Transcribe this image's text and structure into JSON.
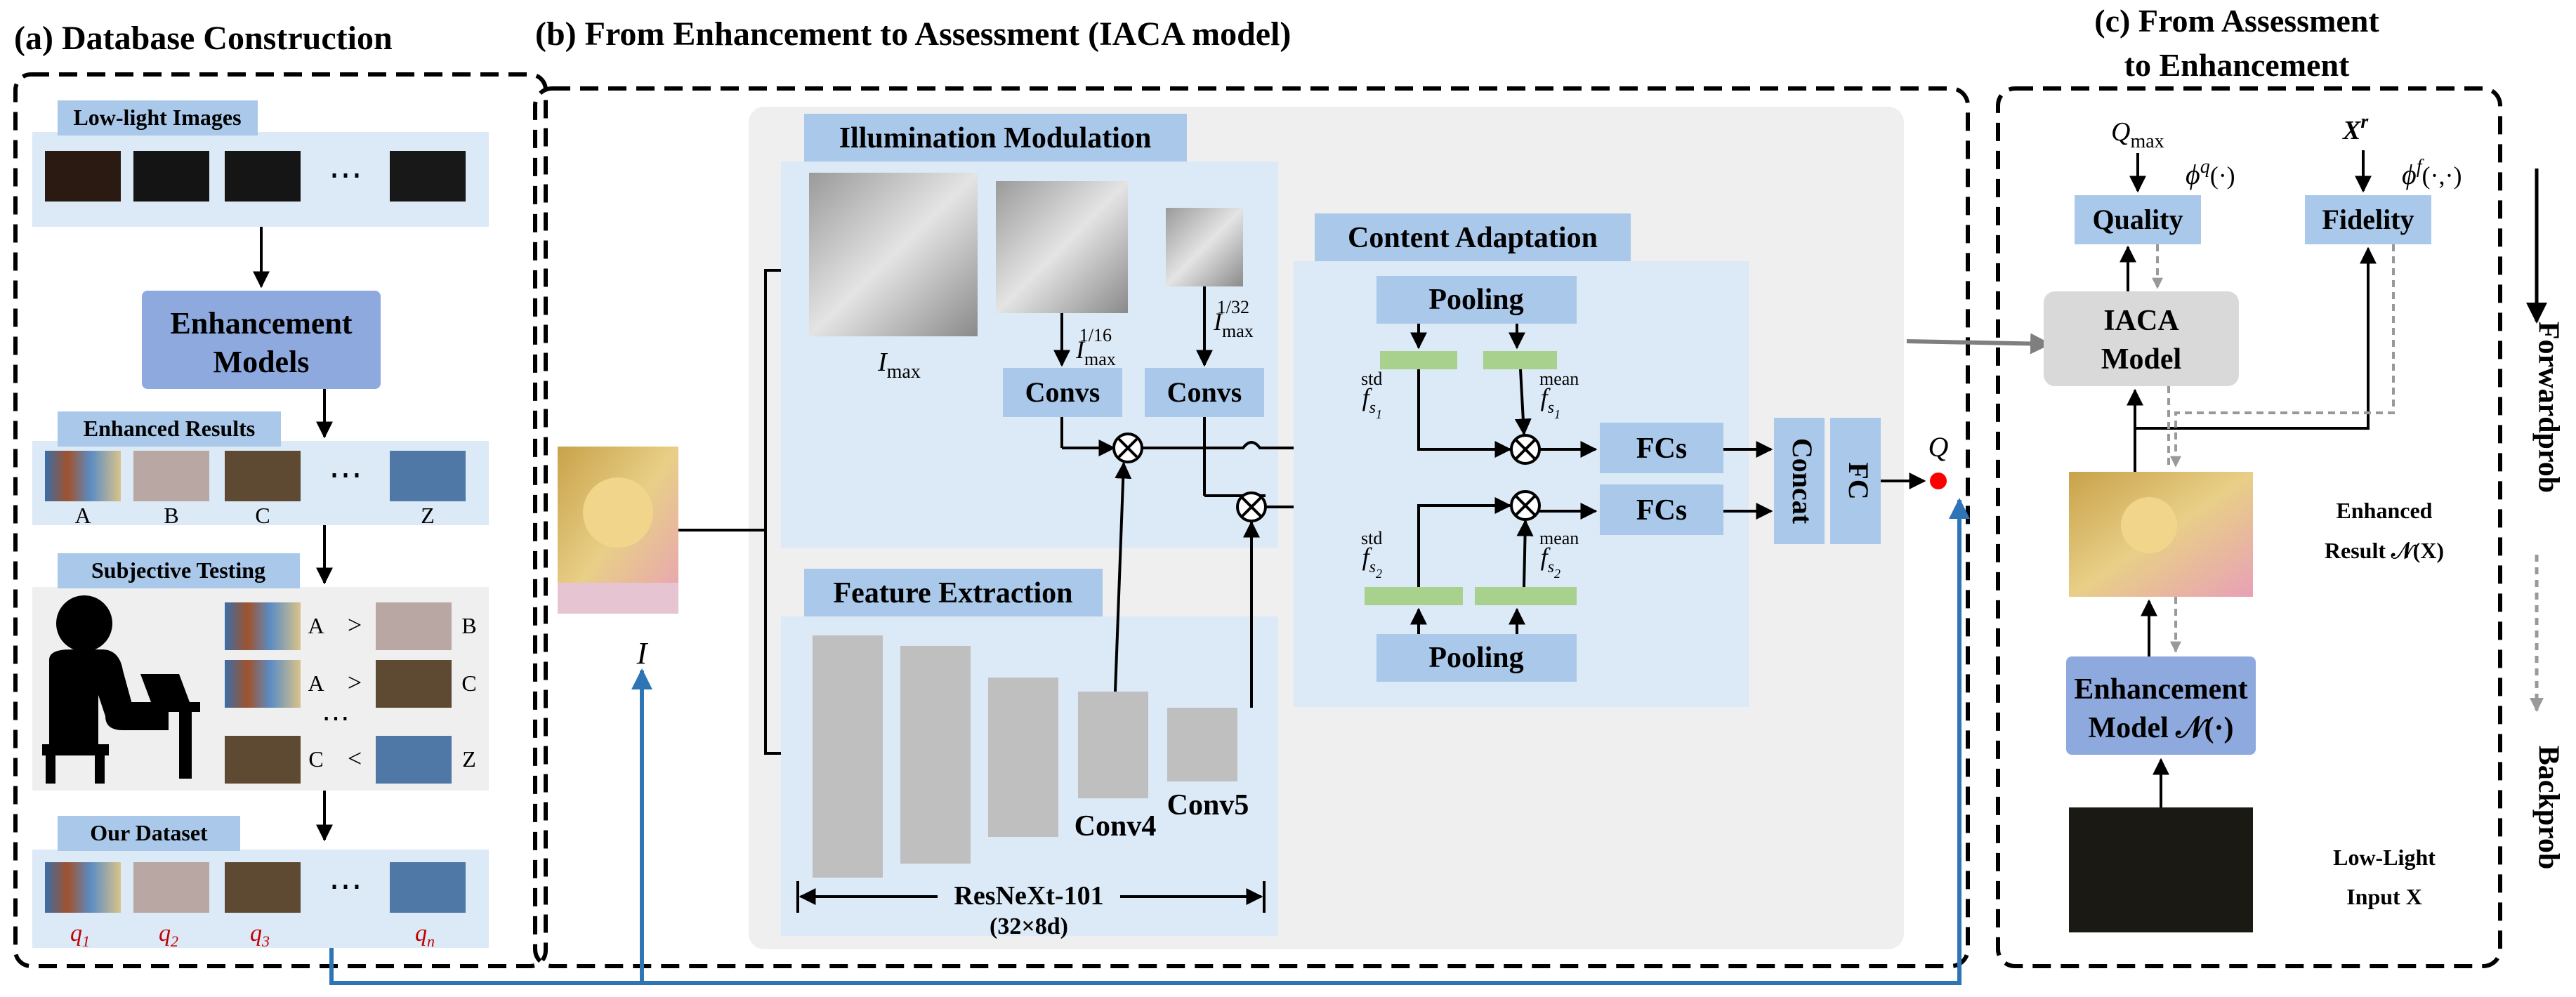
{
  "panel_a": {
    "title": "(a) Database Construction",
    "low_light_label": "Low-light Images",
    "dots": "⋯",
    "enhancement_models_line1": "Enhancement",
    "enhancement_models_line2": "Models",
    "enhanced_results_label": "Enhanced Results",
    "result_letters": [
      "A",
      "B",
      "C",
      "Z"
    ],
    "subjective_testing_label": "Subjective Testing",
    "comparisons": [
      {
        "left": "A",
        "op": ">",
        "right": "B"
      },
      {
        "left": "A",
        "op": ">",
        "right": "C"
      },
      {
        "left": "C",
        "op": "<",
        "right": "Z"
      }
    ],
    "our_dataset_label": "Our Dataset",
    "q_labels": [
      "q1",
      "q2",
      "q3",
      "qn"
    ],
    "q_base": "q",
    "q_subs": [
      "1",
      "2",
      "3",
      "n"
    ]
  },
  "panel_b": {
    "title": "(b) From Enhancement  to Assessment (IACA model)",
    "illumination_modulation": "Illumination Modulation",
    "i_max_base": "I",
    "i_max_sub": "max",
    "i_max_sup_16": "1/16",
    "i_max_sup_32": "1/32",
    "convs_label": "Convs",
    "feature_extraction": "Feature Extraction",
    "conv4": "Conv4",
    "conv5": "Conv5",
    "resnext_line1": "ResNeXt-101",
    "resnext_line2": "(32×8d)",
    "content_adaptation": "Content Adaptation",
    "pooling": "Pooling",
    "f_base": "f",
    "s_base": "s",
    "sub_1": "1",
    "sub_2": "2",
    "std": "std",
    "mean": "mean",
    "fcs": "FCs",
    "concat": "Concat",
    "fc": "FC",
    "input_label": "I",
    "output_label": "Q"
  },
  "panel_c": {
    "title_line1": "(c) From Assessment",
    "title_line2": "to Enhancement",
    "q_max_base": "Q",
    "q_max_sub": "max",
    "xr_base": "X",
    "xr_sup": "r",
    "phi_q": "ϕ",
    "phi_q_sup": "q",
    "phi_q_arg": "(·)",
    "phi_f": "ϕ",
    "phi_f_sup": "f",
    "phi_f_arg": "(·,·)",
    "quality": "Quality",
    "fidelity": "Fidelity",
    "iaca_line1": "IACA",
    "iaca_line2": "Model",
    "enhanced_result_line1": "Enhanced",
    "enhanced_result_line2": "Result 𝒩(X)",
    "enh_model_line1": "Enhancement",
    "enh_model_line2": "Model 𝒩(·)",
    "low_light_line1": "Low-Light",
    "low_light_line2": "Input X"
  },
  "legend": {
    "forwardprob": "Forwardprob",
    "backprob": "Backprob"
  },
  "colors": {
    "light_panel": "#dce9f6",
    "mid_blue": "#a9c8ea",
    "dark_blue": "#8ea9de",
    "gray_panel": "#efefef",
    "gray_block": "#bfbfbf",
    "green_bar": "#a9d18e",
    "arrow_blue": "#2e75b6",
    "q_red": "#c00000"
  }
}
